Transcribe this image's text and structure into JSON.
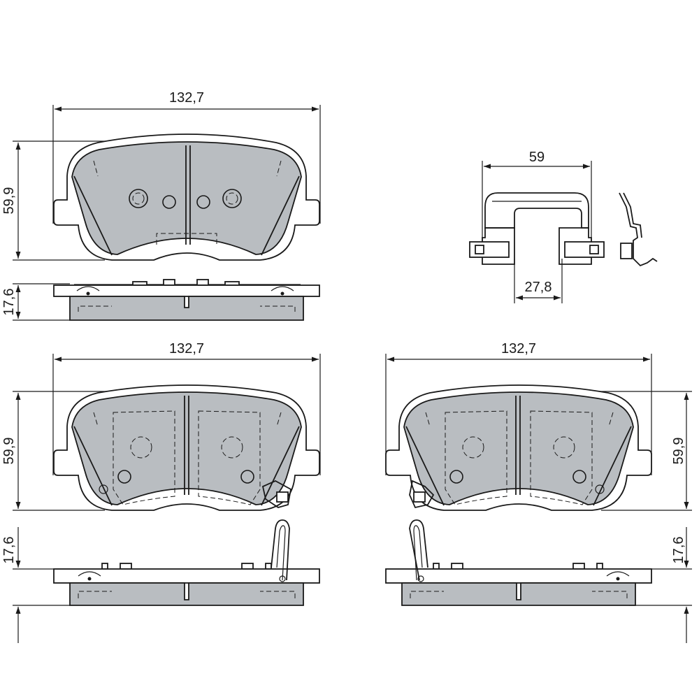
{
  "colors": {
    "line": "#1a1a1a",
    "friction_fill": "#b9bdc1",
    "background": "#ffffff"
  },
  "views": {
    "top_front": {
      "width_label": "132,7",
      "height_label": "59,9"
    },
    "top_side": {
      "thickness_label": "17,6"
    },
    "clip": {
      "width_label": "59",
      "inner_label": "27,8"
    },
    "bottom_left_front": {
      "width_label": "132,7",
      "height_label": "59,9"
    },
    "bottom_left_side": {
      "thickness_label": "17,6"
    },
    "bottom_right_front": {
      "width_label": "132,7",
      "height_label": "59,9"
    },
    "bottom_right_side": {
      "thickness_label": "17,6"
    }
  }
}
